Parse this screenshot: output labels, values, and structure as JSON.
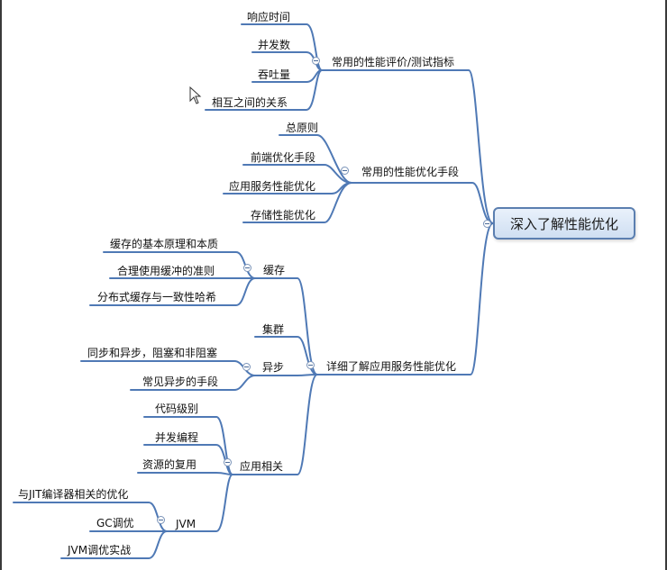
{
  "root": "深入了解性能优化",
  "branch1": {
    "label": "常用的性能评价/测试指标",
    "items": [
      "响应时间",
      "并发数",
      "吞吐量",
      "相互之间的关系"
    ]
  },
  "branch2": {
    "label": "常用的性能优化手段",
    "items": [
      "总原则",
      "前端优化手段",
      "应用服务性能优化",
      "存储性能优化"
    ]
  },
  "branch3": {
    "label": "详细了解应用服务性能优化",
    "cache": {
      "label": "缓存",
      "items": [
        "缓存的基本原理和本质",
        "合理使用缓冲的准则",
        "分布式缓存与一致性哈希"
      ]
    },
    "cluster": {
      "label": "集群"
    },
    "async": {
      "label": "异步",
      "items": [
        "同步和异步，阻塞和非阻塞",
        "常见异步的手段"
      ]
    },
    "app": {
      "label": "应用相关",
      "items": [
        "代码级别",
        "并发编程",
        "资源的复用"
      ],
      "jvm": {
        "label": "JVM",
        "items": [
          "与JIT编译器相关的优化",
          "GC调优",
          "JVM调优实战"
        ]
      }
    }
  },
  "colors": {
    "line": "#4f79b5",
    "root_border": "#5b7fb0"
  }
}
